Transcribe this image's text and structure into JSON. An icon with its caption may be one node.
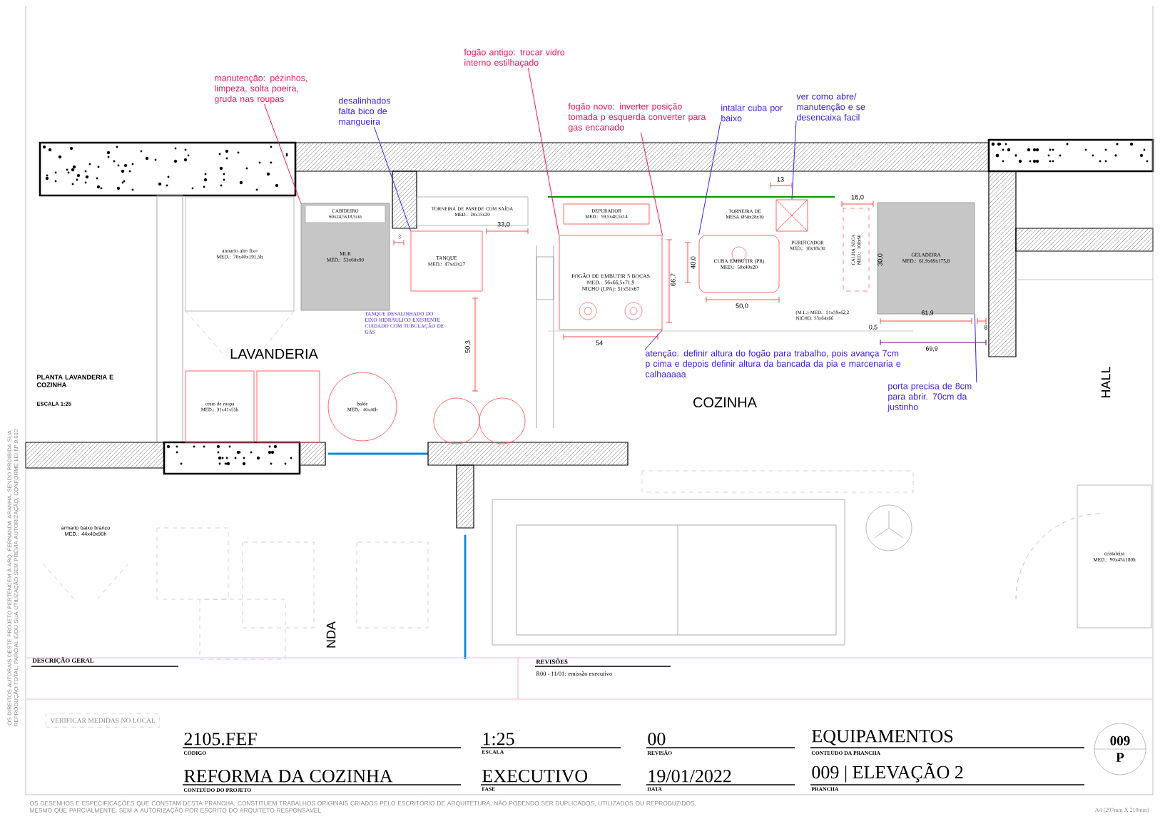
{
  "diagram": {
    "nodes": [
      {
        "text": [
          "armario alto fixo",
          "MED.: 70x40x191,5h"
        ]
      },
      {
        "text": [
          "MLR",
          "MED.: 53x60x90"
        ]
      },
      {
        "text": [
          "CABIDEIRO",
          "60x24,5x18,5cm"
        ],
        "in": 1
      },
      {
        "text": [
          "TORNEIRA DE PAREDE COM SAÍDA",
          "MED.: 20x15x20"
        ]
      },
      {
        "text": [
          "TANQUE",
          "MED.: 47x43x27"
        ]
      },
      {
        "text": [
          "cesto de roupa",
          "MED.: 31x41x55h"
        ]
      },
      {
        "text": [],
        "shape": "box"
      },
      {
        "text": [
          "balde",
          "MED.: 40x40h"
        ]
      },
      {
        "text": [],
        "shape": "circle"
      },
      {
        "text": [],
        "shape": "circle"
      },
      {
        "text": [
          "DEPURADOR",
          "MED.: 59,5x48,5x14"
        ]
      },
      {
        "text": [
          "FOGÃO DE EMBUTIR 5 BOCAS",
          "MED.: 56x66,5x71,9",
          "NICHO (LPA): 51x51x67"
        ]
      },
      {
        "text": [
          "CUBA EMBUTIR (PR)",
          "MED.: 50x40x20"
        ]
      },
      {
        "text": [],
        "shape": "box",
        "beside": [
          "PURIFICADOR",
          "MED.: 18x18x30"
        ]
      },
      {
        "text": [
          "CALHA SECA",
          "MED.: 100x60"
        ]
      },
      {
        "text": [
          "GELADEIRA",
          "MED.: 61,9x69x175,8"
        ]
      },
      {
        "text": [
          "cristaleira",
          "MED.: 90x45x180h"
        ]
      },
      {
        "text": [
          "manutenção: pézinhos, limpeza, solta poeira, gruda nas roupas"
        ]
      },
      {
        "text": [
          "fogão antigo: trocar vidro interno estilhaçado"
        ]
      },
      {
        "text": [
          "fogão novo: inverter posição tomada p esquerda converter para gas encanado"
        ]
      },
      {
        "text": [
          "desalinhados falta bico de mangueira"
        ]
      },
      {
        "text": [
          "intalar cuba por baixo"
        ]
      },
      {
        "text": [
          "ver como abre/ manutenção e se desencaixa facil"
        ]
      },
      {
        "text": [
          "atenção: definir altura do fogão para trabalho, pois avança 7cm p cima e depois definir altura da bancada da pia e marcenaria e calhaaaaa"
        ]
      },
      {
        "text": [
          "porta precisa de 8cm para abrir. 70cm da justinho"
        ]
      }
    ],
    "edges": [
      {
        "from": 17,
        "to": 1,
        "arrow": "none",
        "color": "#e6195e"
      },
      {
        "from": 18,
        "to": 11,
        "arrow": "none",
        "color": "#e6195e"
      },
      {
        "from": 19,
        "to": 11,
        "arrow": "none",
        "color": "#e6195e"
      },
      {
        "from": 20,
        "to": 4,
        "arrow": "none"
      },
      {
        "from": 21,
        "to": 12,
        "arrow": "none"
      },
      {
        "from": 22,
        "to": 13,
        "arrow": "none"
      },
      {
        "from": 23,
        "to": 11,
        "arrow": "none"
      },
      {
        "from": 24,
        "to": 15,
        "arrow": "none"
      }
    ],
    "labels": [
      "PLANTA LAVANDERIA E COZINHA",
      "ESCALA 1:25",
      "3",
      "33,0",
      "TORNEIRA DE MESA Ø50x28x30",
      "13",
      "16,0",
      "40,0",
      "66,7",
      "30,0",
      "LAVANDERIA",
      "TANQUE DESALINHADO DO EIXO HIDRÁULICO EXISTENTE CUIDADO COM TUBULAÇÃO DE GÁS",
      "50,3",
      "54",
      "50,0",
      "(M.L.) MED.: 51x59x62,2 NICHO: 53x64x66",
      "0,5",
      "61,9",
      "8",
      "69,9",
      "COZINHA",
      "HALL",
      "armario baixo branco MED.: 44x40x90h",
      "NDA",
      "DESCRIÇÃO GERAL",
      "REVISÕES",
      "R00 - 11/01: emissão executivo",
      "VERIFICAR MEDIDAS NO LOCAL",
      "2105.FEF",
      "CÓDIGO",
      "1:25",
      "ESCALA",
      "00",
      "REVISÃO",
      "EQUIPAMENTOS",
      "CONTEÚDO DA PRANCHA",
      "009",
      "P",
      "REFORMA DA COZINHA",
      "CONTEÚDO DO PROJETO",
      "EXECUTIVO",
      "FASE",
      "19/01/2022",
      "DATA",
      "009 | ELEVAÇÃO 2",
      "PRANCHA",
      "OS DESENHOS E ESPECIFICAÇÕES QUE CONSTAM DESTA PRANCHA, CONSTITUEM TRABALHOS ORIGINAIS CRIADOS PELO ESCRITÓRIO DE ARQUITETURA, NÃO PODENDO SER DUPLICADOS, UTILIZADOS OU REPRODUZIDOS, MESMO QUE PARCIALMENTE, SEM A AUTORIZAÇÃO POR ESCRITO DO ARQUITETO RESPONSÁVEL",
      "A4 (297mm X 210mm)",
      "OS DIREITOS AUTORAIS DESTE PROJETO PERTENCEM À ARQ. FERNANDA ARANHA, SENDO PROIBIDA SUA REPRODUÇÃO TOTAL, PARCIAL E/OU SUA UTILIZAÇÃO SEM PRÉVIA AUTORIZAÇÃO, CONFORME LEI Nº 9.610"
    ]
  }
}
